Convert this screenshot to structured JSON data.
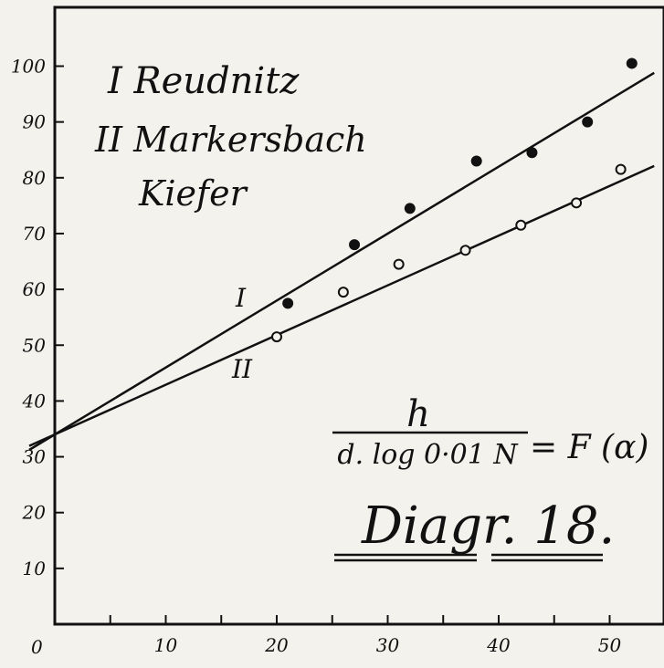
{
  "chart_data": {
    "type": "scatter",
    "legend": {
      "line1": "I Reudnitz",
      "line2": "II Markersbach",
      "line3": "Kiefer"
    },
    "formula": {
      "numerator": "h",
      "denominator": "d. log 0·01 N",
      "rhs": "= F (α)"
    },
    "title": "Diagr. 18.",
    "origin_label": "0",
    "xlim": [
      0,
      55
    ],
    "ylim": [
      0,
      110
    ],
    "x_ticks": [
      10,
      20,
      30,
      40,
      50
    ],
    "y_ticks": [
      10,
      20,
      30,
      40,
      50,
      60,
      70,
      80,
      90,
      100
    ],
    "series": [
      {
        "name": "I",
        "marker": "filled",
        "points": [
          {
            "x": 21,
            "y": 57.5
          },
          {
            "x": 27,
            "y": 68
          },
          {
            "x": 32,
            "y": 74.5
          },
          {
            "x": 38,
            "y": 83
          },
          {
            "x": 43,
            "y": 84.5
          },
          {
            "x": 48,
            "y": 90
          },
          {
            "x": 52,
            "y": 100.5
          }
        ],
        "fit_line": {
          "x": [
            0,
            55
          ],
          "y": [
            34,
            100
          ]
        }
      },
      {
        "name": "II",
        "marker": "open",
        "points": [
          {
            "x": 20,
            "y": 51.5
          },
          {
            "x": 26,
            "y": 59.5
          },
          {
            "x": 31,
            "y": 64.5
          },
          {
            "x": 37,
            "y": 67
          },
          {
            "x": 42,
            "y": 71.5
          },
          {
            "x": 47,
            "y": 75.5
          },
          {
            "x": 51,
            "y": 81.5
          }
        ],
        "fit_line": {
          "x": [
            0,
            55
          ],
          "y": [
            34,
            83
          ]
        }
      }
    ]
  }
}
